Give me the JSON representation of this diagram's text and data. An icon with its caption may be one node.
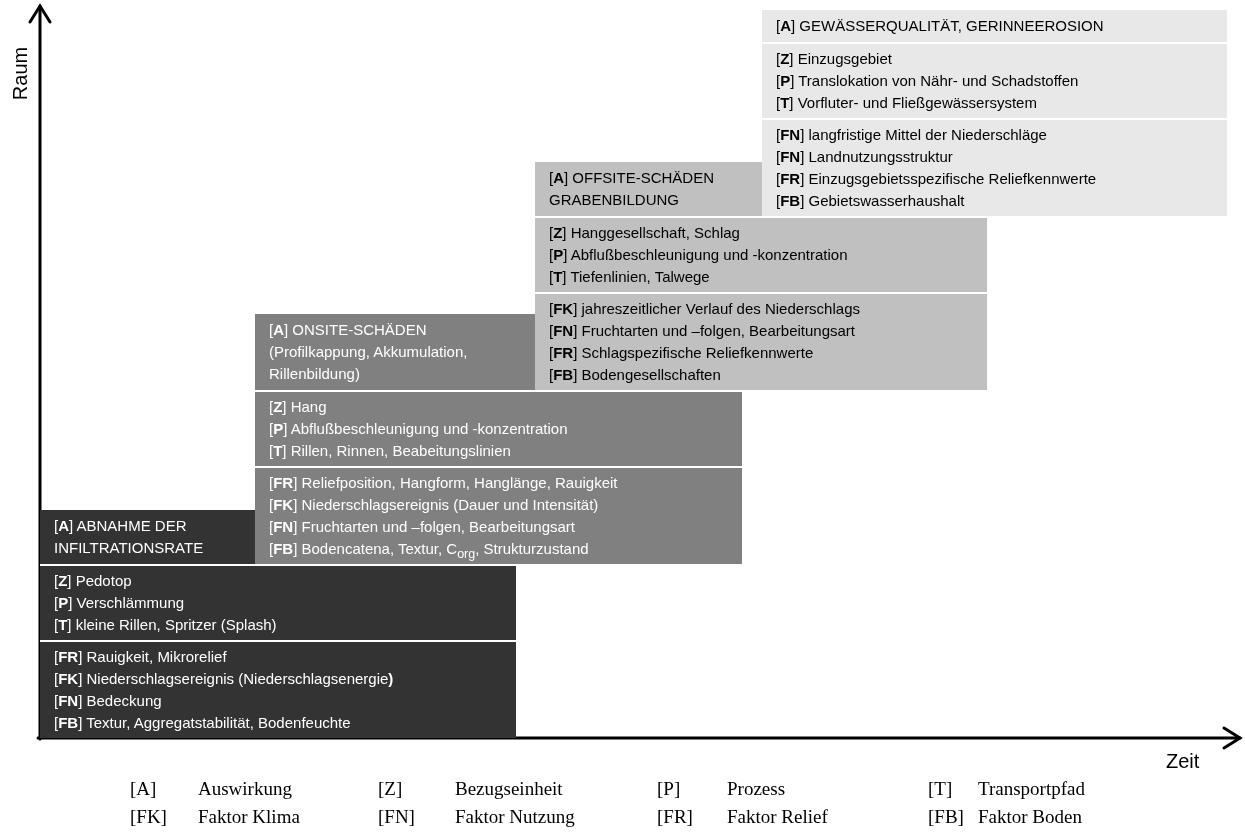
{
  "diagram": {
    "nodes": [
      {
        "text": [
          "[**A**] ABNAHME DER INFILTRATIONSRATE"
        ]
      },
      {
        "text": [
          "[**Z**] Pedotop",
          "[**P**] Verschlämmung",
          "[**T**] kleine Rillen, Spritzer (Splash)"
        ]
      },
      {
        "text": [
          "[**FR**] Rauigkeit, Mikrorelief",
          "[**FK**] Niederschlagsereignis (Niederschlagsenergie**)**",
          "[**FN**] Bedeckung",
          "[**FB**] Textur, Aggregatstabilität, Bodenfeuchte"
        ]
      },
      {
        "text": [
          "[**A**] ONSITE-SCHÄDEN (Profilkappung, Akkumulation, Rillenbildung)"
        ]
      },
      {
        "text": [
          "[**Z**] Hang",
          "[**P**] Abflußbeschleunigung und -konzentration",
          "[**T**] Rillen, Rinnen, Beabeitungslinien"
        ]
      },
      {
        "text": [
          "[**FR**] Reliefposition, Hangform, Hanglänge, Rauigkeit",
          "[**FK**] Niederschlagsereignis (Dauer und Intensität)",
          "[**FN**] Fruchtarten und –folgen, Bearbeitungsart",
          "[**FB**] Bodencatena, Textur, C$_{org}$, Strukturzustand"
        ]
      },
      {
        "text": [
          "[**A**] OFFSITE-SCHÄDEN GRABENBILDUNG"
        ]
      },
      {
        "text": [
          "[**Z**] Hanggesellschaft, Schlag",
          "[**P**] Abflußbeschleunigung und -konzentration",
          "[**T**] Tiefenlinien, Talwege"
        ]
      },
      {
        "text": [
          "[**FK**] jahreszeitlicher Verlauf des Niederschlags",
          "[**FN**] Fruchtarten und –folgen, Bearbeitungsart",
          "[**FR**] Schlagspezifische Reliefkennwerte",
          "[**FB**] Bodengesellschaften"
        ]
      },
      {
        "text": [
          "[**A**] GEWÄSSERQUALITÄT, GERINNEEROSION"
        ]
      },
      {
        "text": [
          "[**Z**] Einzugsgebiet",
          "[**P**] Translokation von Nähr- und Schadstoffen",
          "[**T**] Vorfluter- und Fließgewässersystem"
        ]
      },
      {
        "text": [
          "[**FN**] langfristige Mittel der Niederschläge",
          "[**FN**] Landnutzungsstruktur",
          "[**FR**] Einzugsgebietsspezifische Reliefkennwerte",
          "[**FB**] Gebietswasserhaushalt"
        ]
      }
    ],
    "edges": [],
    "labels": [
      "Raum",
      "Zeit",
      "[A]",
      "Auswirkung",
      "[Z]",
      "Bezugseinheit",
      "[P]",
      "Prozess",
      "[T]",
      "Transportpfad",
      "[FK]",
      "Faktor Klima",
      "[FN]",
      "Faktor Nutzung",
      "[FR]",
      "Faktor Relief",
      "[FB]",
      "Faktor Boden"
    ]
  }
}
